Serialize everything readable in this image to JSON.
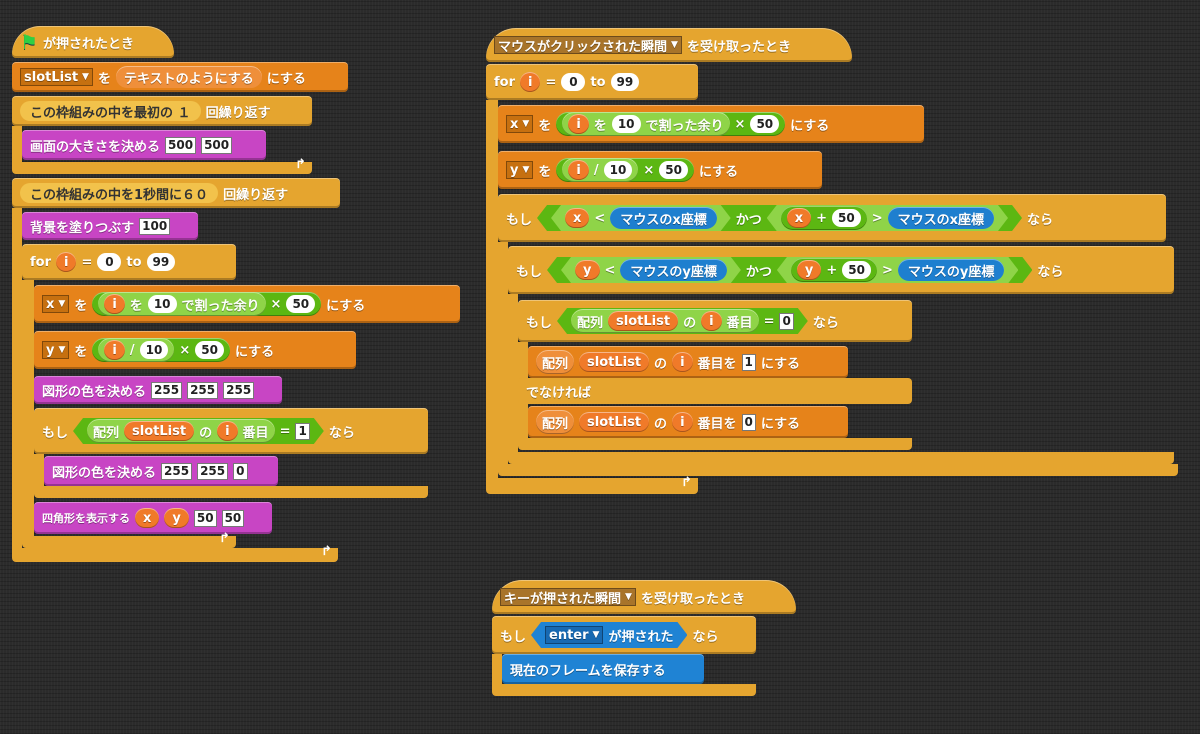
{
  "colors": {
    "motion_orange": "#e6831a",
    "control_yellow": "#e5a52f",
    "pen_magenta": "#c845c4",
    "operator_green": "#5cb712",
    "sensing_blue": "#1f83d4",
    "background": "#2b2b2b"
  },
  "s1": {
    "hat_label": "が押されたとき",
    "set_var": {
      "var": "slotList",
      "label_wo": "を",
      "value": "テキストのようにする",
      "label_end": "にする"
    },
    "repeat": {
      "prefix": "この枠組みの中を最初の",
      "n": "１",
      "suffix": "回繰り返す"
    },
    "set_size": {
      "label": "画面の大きさを決める",
      "w": "500",
      "h": "500"
    },
    "forever": {
      "prefix": "この枠組みの中を1秒間に",
      "n": "６０",
      "suffix": "回繰り返す"
    },
    "bg": {
      "label": "背景を塗りつぶす",
      "v": "100"
    },
    "for_loop": {
      "for": "for",
      "var": "i",
      "eq": "=",
      "from": "0",
      "to": "to",
      "end": "99"
    },
    "set_x": {
      "var": "x",
      "wo": "を",
      "i": "i",
      "wo2": "を",
      "n": "10",
      "mod": "で割った余り",
      "times": "×",
      "k": "50",
      "end": "にする"
    },
    "set_y": {
      "var": "y",
      "wo": "を",
      "i": "i",
      "div": "/",
      "n": "10",
      "times": "×",
      "k": "50",
      "end": "にする"
    },
    "color1": {
      "label": "図形の色を決める",
      "r": "255",
      "g": "255",
      "b": "255"
    },
    "if": {
      "moshi": "もし",
      "arr": "配列",
      "list": "slotList",
      "no": "の",
      "i": "i",
      "idx": "番目",
      "eq": "=",
      "v": "1",
      "nara": "なら"
    },
    "color2": {
      "label": "図形の色を決める",
      "r": "255",
      "g": "255",
      "b": "0"
    },
    "rect": {
      "label": "四角形を表示する",
      "x": "x",
      "y": "y",
      "w": "50",
      "h": "50"
    }
  },
  "s2": {
    "hat": {
      "event": "マウスがクリックされた瞬間",
      "label": "を受け取ったとき"
    },
    "for_loop": {
      "for": "for",
      "var": "i",
      "eq": "=",
      "from": "0",
      "to": "to",
      "end": "99"
    },
    "set_x": {
      "var": "x",
      "wo": "を",
      "i": "i",
      "wo2": "を",
      "n": "10",
      "mod": "で割った余り",
      "times": "×",
      "k": "50",
      "end": "にする"
    },
    "set_y": {
      "var": "y",
      "wo": "を",
      "i": "i",
      "div": "/",
      "n": "10",
      "times": "×",
      "k": "50",
      "end": "にする"
    },
    "if1": {
      "moshi": "もし",
      "x": "x",
      "lt": "<",
      "mx": "マウスのx座標",
      "and": "かつ",
      "x2": "x",
      "plus": "+",
      "k": "50",
      "gt": ">",
      "mx2": "マウスのx座標",
      "nara": "なら"
    },
    "if2": {
      "moshi": "もし",
      "y": "y",
      "lt": "<",
      "my": "マウスのy座標",
      "and": "かつ",
      "y2": "y",
      "plus": "+",
      "k": "50",
      "gt": ">",
      "my2": "マウスのy座標",
      "nara": "なら"
    },
    "if3": {
      "moshi": "もし",
      "arr": "配列",
      "list": "slotList",
      "no": "の",
      "i": "i",
      "idx": "番目",
      "eq": "=",
      "v": "0",
      "nara": "なら"
    },
    "set1": {
      "arr": "配列",
      "list": "slotList",
      "no": "の",
      "i": "i",
      "idx": "番目を",
      "v": "1",
      "end": "にする"
    },
    "else": "でなければ",
    "set0": {
      "arr": "配列",
      "list": "slotList",
      "no": "の",
      "i": "i",
      "idx": "番目を",
      "v": "0",
      "end": "にする"
    }
  },
  "s3": {
    "hat": {
      "event": "キーが押された瞬間",
      "label": "を受け取ったとき"
    },
    "if": {
      "moshi": "もし",
      "key": "enter",
      "pressed": "が押された",
      "nara": "なら"
    },
    "save": "現在のフレームを保存する"
  }
}
